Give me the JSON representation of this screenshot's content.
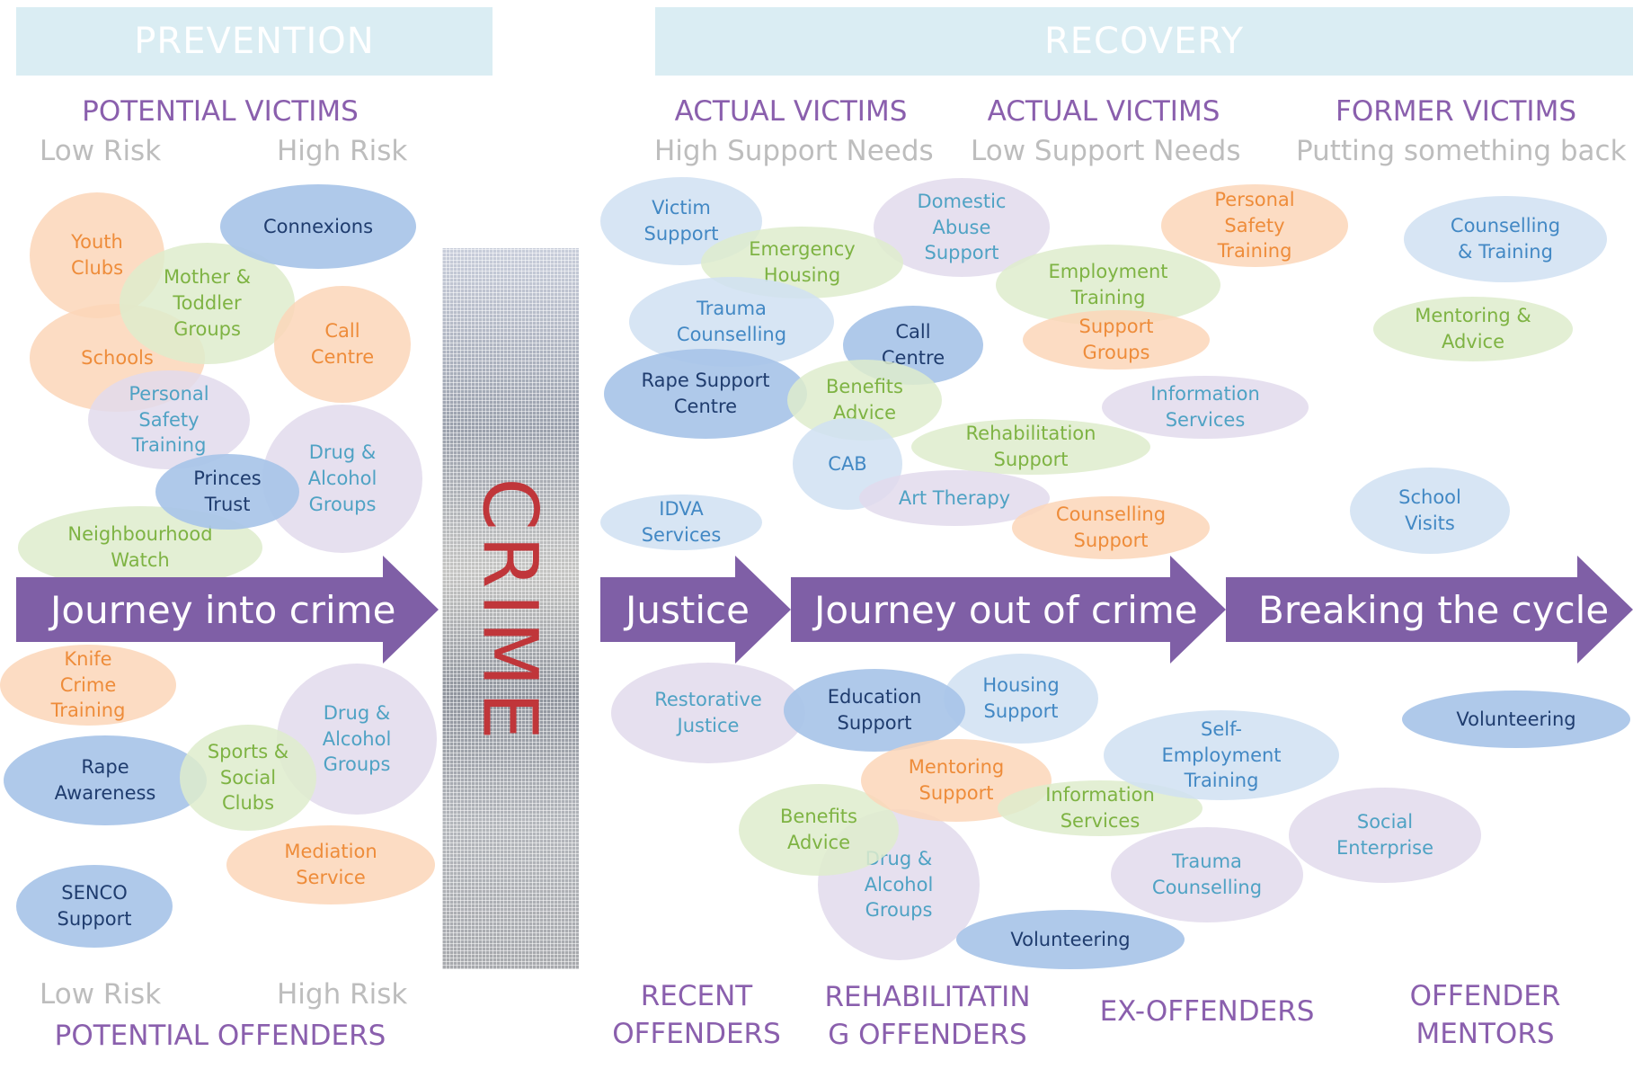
{
  "banners": {
    "prevention": "PREVENTION",
    "recovery": "RECOVERY"
  },
  "headings": {
    "potential_victims": "POTENTIAL VICTIMS",
    "actual_victims_high": "ACTUAL VICTIMS",
    "actual_victims_low": "ACTUAL VICTIMS",
    "former_victims": "FORMER VICTIMS",
    "potential_offenders": "POTENTIAL OFFENDERS",
    "recent_offenders": "RECENT OFFENDERS",
    "rehabilitating_offenders": "REHABILITATIN G OFFENDERS",
    "ex_offenders": "EX-OFFENDERS",
    "offender_mentors": "OFFENDER MENTORS"
  },
  "subheadings": {
    "low_risk_top": "Low Risk",
    "high_risk_top": "High Risk",
    "high_support": "High Support Needs",
    "low_support": "Low Support Needs",
    "putting_back": "Putting something back",
    "low_risk_bottom": "Low Risk",
    "high_risk_bottom": "High Risk"
  },
  "arrows": {
    "journey_into": "Journey into crime",
    "justice": "Justice",
    "journey_out": "Journey out of crime",
    "breaking": "Breaking the cycle"
  },
  "crime_label": "CRIME",
  "bubbles": {
    "youth_clubs": [
      "Youth",
      "Clubs"
    ],
    "connexions": [
      "Connexions"
    ],
    "mother_toddler": [
      "Mother &",
      "Toddler",
      "Groups"
    ],
    "schools": [
      "Schools"
    ],
    "call_centre_left": [
      "Call",
      "Centre"
    ],
    "personal_safety_left": [
      "Personal",
      "Safety",
      "Training"
    ],
    "drug_alcohol_top_left": [
      "Drug &",
      "Alcohol",
      "Groups"
    ],
    "princes_trust": [
      "Princes",
      "Trust"
    ],
    "neighbourhood_watch": [
      "Neighbourhood",
      "Watch"
    ],
    "knife_crime": [
      "Knife",
      "Crime",
      "Training"
    ],
    "drug_alcohol_bottom_left": [
      "Drug &",
      "Alcohol",
      "Groups"
    ],
    "sports_social": [
      "Sports &",
      "Social",
      "Clubs"
    ],
    "rape_awareness": [
      "Rape",
      "Awareness"
    ],
    "mediation_service": [
      "Mediation",
      "Service"
    ],
    "senco_support": [
      "SENCO",
      "Support"
    ],
    "victim_support": [
      "Victim",
      "Support"
    ],
    "emergency_housing": [
      "Emergency",
      "Housing"
    ],
    "domestic_abuse": [
      "Domestic",
      "Abuse",
      "Support"
    ],
    "trauma_counselling_top": [
      "Trauma",
      "Counselling"
    ],
    "call_centre_right": [
      "Call",
      "Centre"
    ],
    "rape_support_centre": [
      "Rape Support",
      "Centre"
    ],
    "benefits_advice_top": [
      "Benefits",
      "Advice"
    ],
    "cab": [
      "CAB"
    ],
    "employment_training": [
      "Employment",
      "Training"
    ],
    "support_groups": [
      "Support",
      "Groups"
    ],
    "personal_safety_right": [
      "Personal",
      "Safety",
      "Training"
    ],
    "information_services_top": [
      "Information",
      "Services"
    ],
    "rehabilitation_support": [
      "Rehabilitation",
      "Support"
    ],
    "art_therapy": [
      "Art Therapy"
    ],
    "counselling_support": [
      "Counselling",
      "Support"
    ],
    "idva_services": [
      "IDVA",
      "Services"
    ],
    "counselling_training": [
      "Counselling",
      "& Training"
    ],
    "mentoring_advice": [
      "Mentoring &",
      "Advice"
    ],
    "school_visits": [
      "School",
      "Visits"
    ],
    "restorative_justice": [
      "Restorative",
      "Justice"
    ],
    "education_support": [
      "Education",
      "Support"
    ],
    "housing_support": [
      "Housing",
      "Support"
    ],
    "mentoring_support": [
      "Mentoring",
      "Support"
    ],
    "benefits_advice_bottom": [
      "Benefits",
      "Advice"
    ],
    "information_services_bottom": [
      "Information",
      "Services"
    ],
    "drug_alcohol_bottom_right": [
      "Drug &",
      "Alcohol",
      "Groups"
    ],
    "volunteering_bottom": [
      "Volunteering"
    ],
    "self_employment": [
      "Self-",
      "Employment",
      "Training"
    ],
    "trauma_counselling_bottom": [
      "Trauma",
      "Counselling"
    ],
    "social_enterprise": [
      "Social",
      "Enterprise"
    ],
    "volunteering_right": [
      "Volunteering"
    ]
  },
  "colors": {
    "arrow": "#7f5fa6",
    "heading": "#8a5fad",
    "subheading": "#bdbdbd",
    "banner": "#daedf3",
    "crime_text": "#c0363a"
  }
}
